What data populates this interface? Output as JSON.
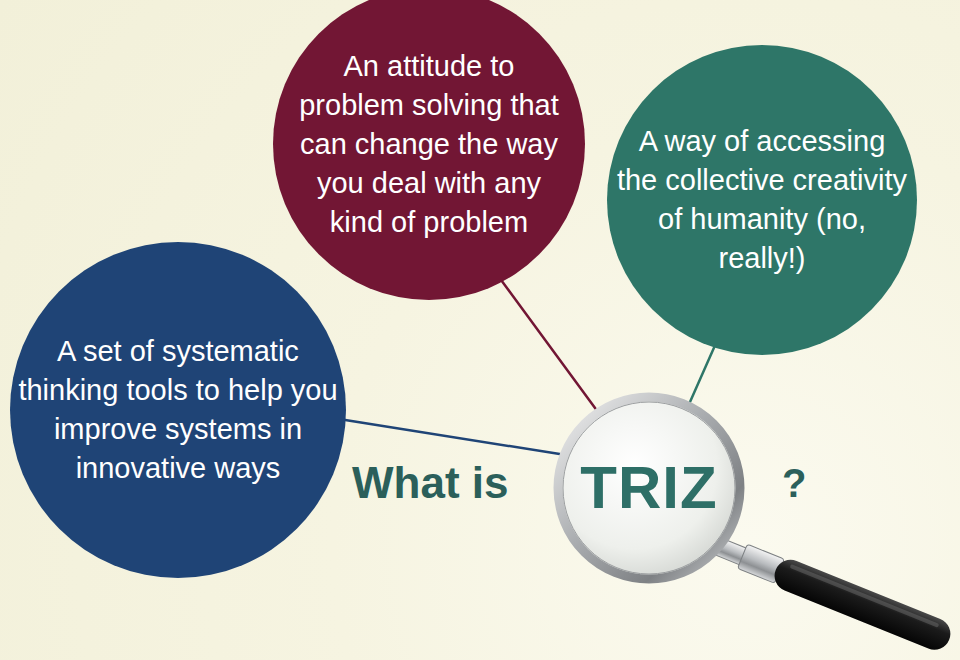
{
  "diagram": {
    "nodes": [
      {
        "text": [
          "A set of systematic thinking tools to help you improve systems in innovative ways"
        ]
      },
      {
        "text": [
          "An attitude to problem solving that can change the way you deal with any kind of problem"
        ]
      },
      {
        "text": [
          "A way of accessing the collective creativity of humanity (no, really!)"
        ]
      },
      {
        "text": [
          "TRIZ"
        ]
      }
    ],
    "edges": [
      {
        "from": 0,
        "to": 3,
        "arrow": "none"
      },
      {
        "from": 1,
        "to": 3,
        "arrow": "none"
      },
      {
        "from": 2,
        "to": 3,
        "arrow": "none"
      }
    ],
    "labels": [
      "What is",
      "?"
    ]
  }
}
